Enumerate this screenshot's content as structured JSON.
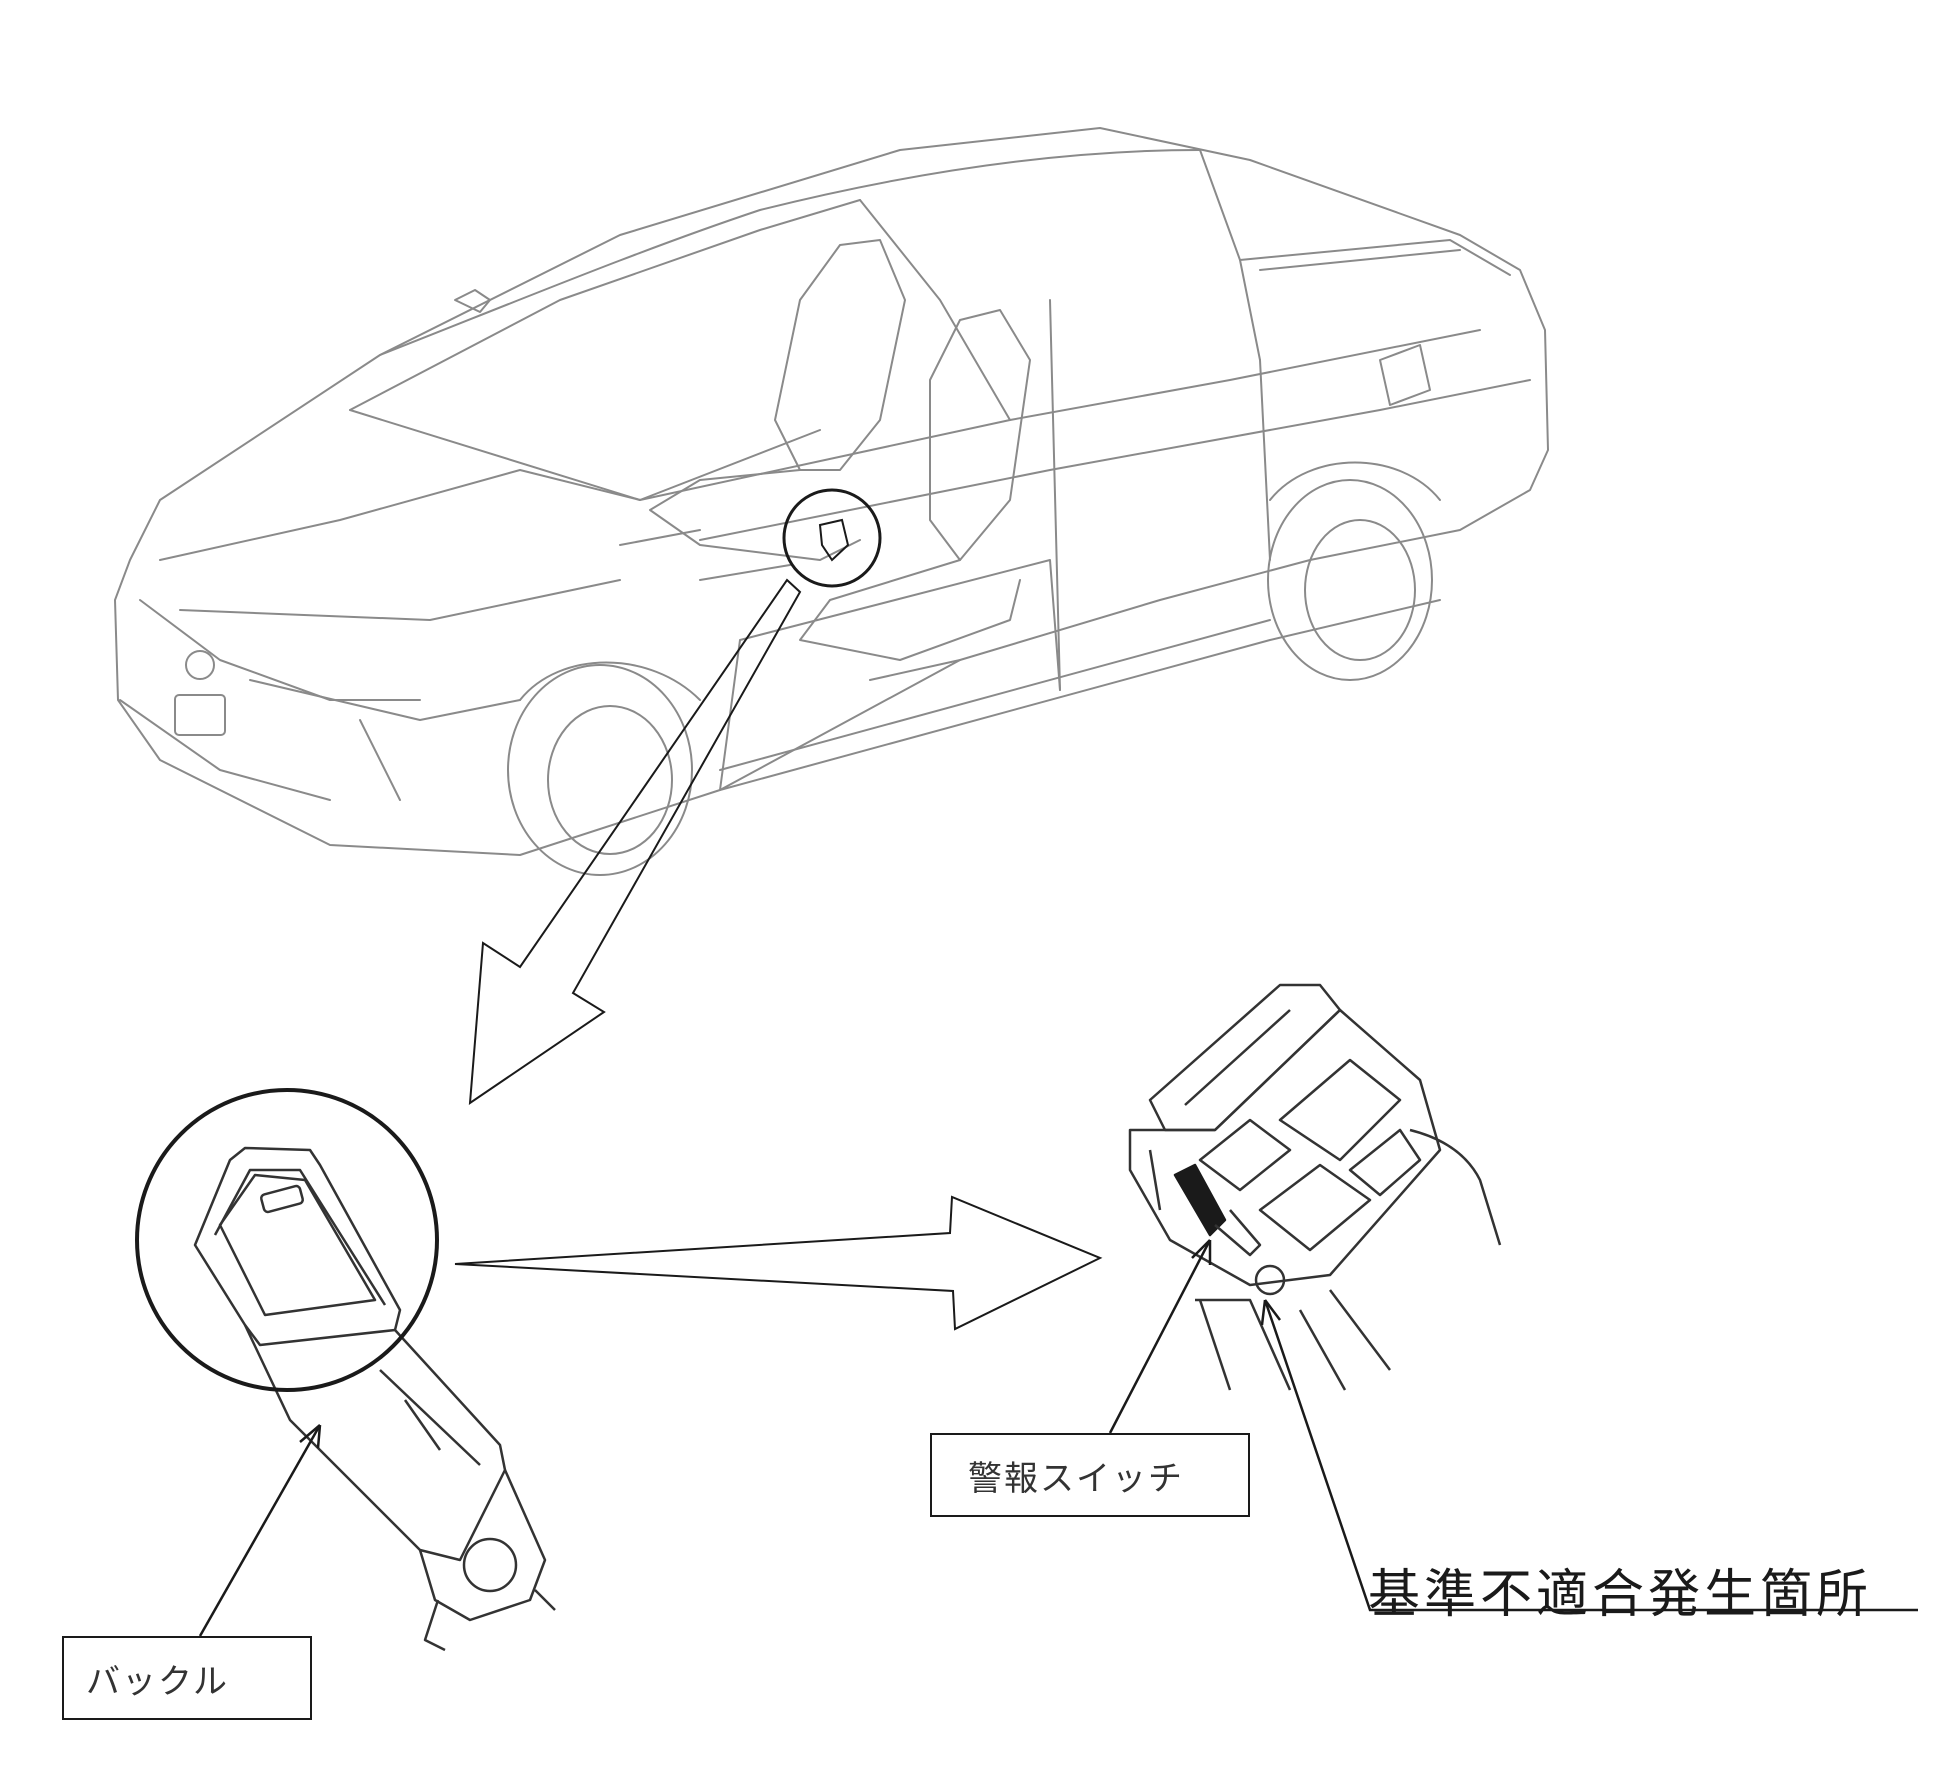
{
  "labels": {
    "buckle": "バックル",
    "warning_switch": "警報スイッチ",
    "nonconformity_location": "基準不適合発生箇所"
  },
  "illustration": {
    "car": "car-outline-illustration",
    "buckle_part": "seatbelt-buckle-illustration",
    "buckle_interior": "buckle-interior-cutaway-illustration"
  },
  "colors": {
    "line": "#1a1a1a",
    "light_line": "#8a8a8a",
    "label_text": "#333333"
  }
}
